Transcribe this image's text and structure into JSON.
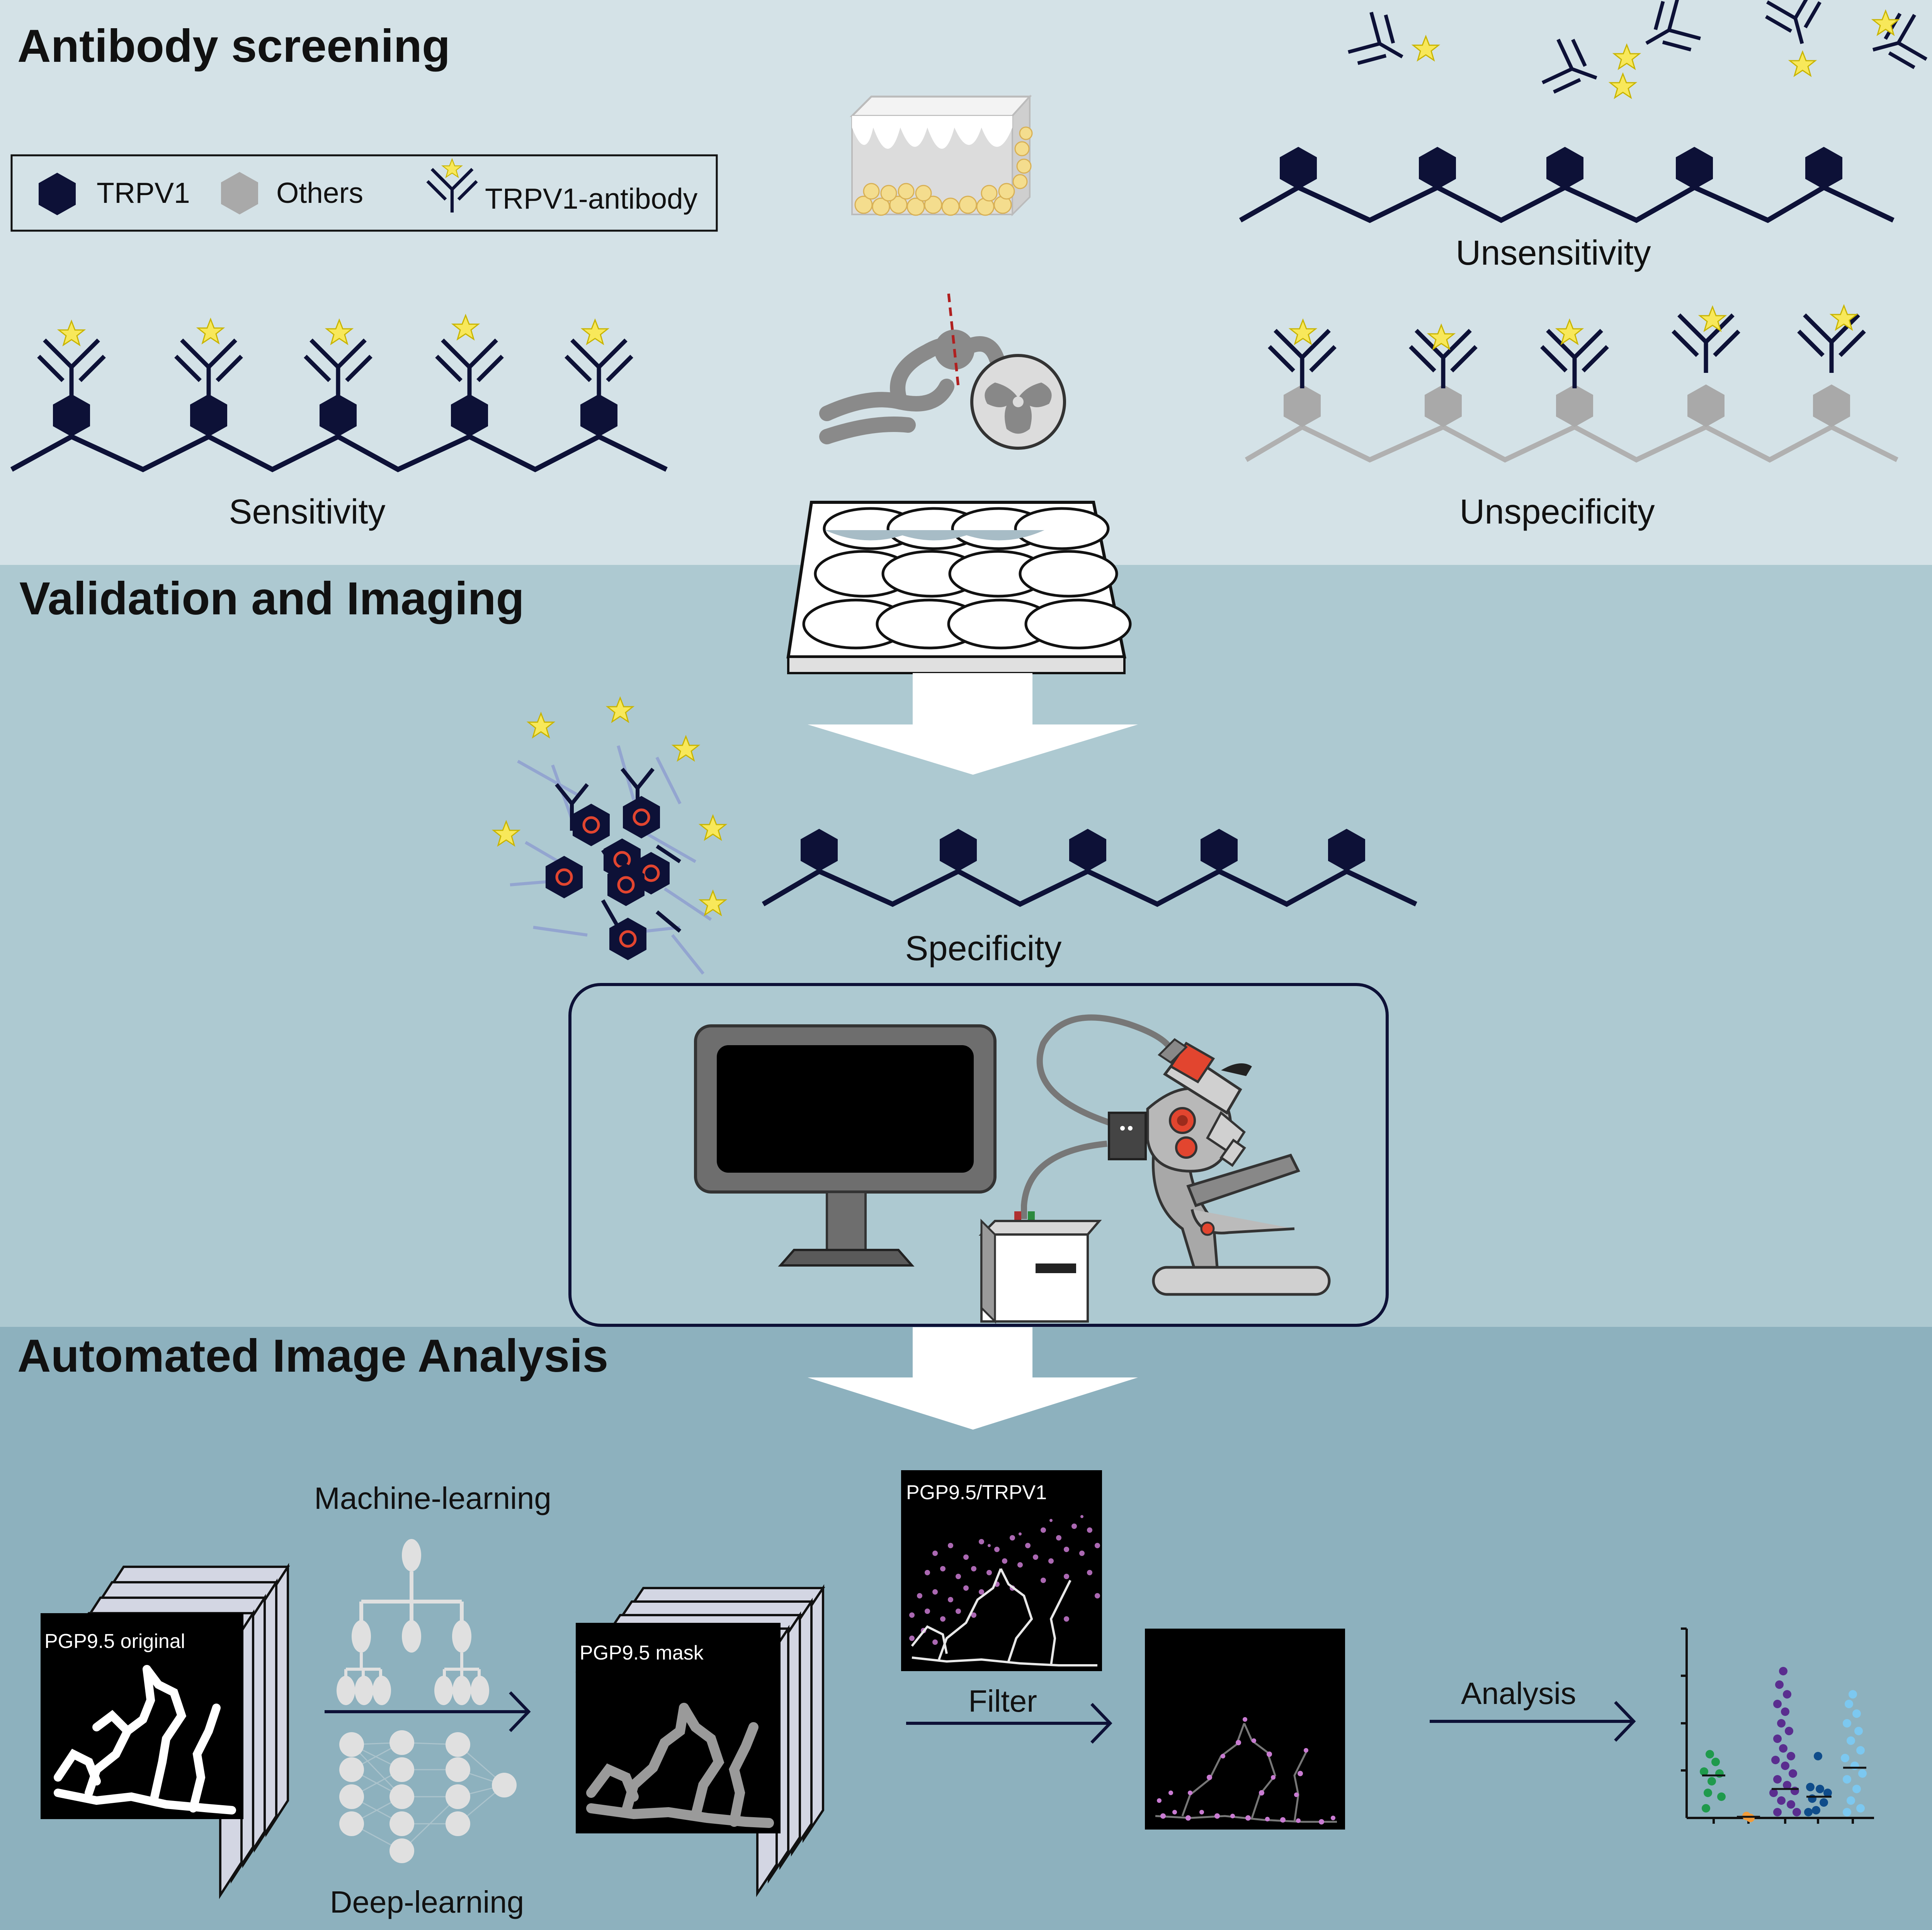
{
  "colors": {
    "panel1": "#d4e2e7",
    "panel2": "#adc9d1",
    "panel3": "#8db1be",
    "navy": "#0d1137",
    "gray": "#b0b0b0",
    "star": "#f8e85a",
    "red": "#e2452f",
    "purple": "#c97bd2"
  },
  "sections": {
    "screening": "Antibody screening",
    "validation": "Validation and Imaging",
    "analysis": "Automated Image Analysis"
  },
  "legend": {
    "trpv1": "TRPV1",
    "others": "Others",
    "antibody": "TRPV1-antibody"
  },
  "labels": {
    "unsensitivity": "Unsensitivity",
    "sensitivity": "Sensitivity",
    "unspecificity": "Unspecificity",
    "specificity": "Specificity",
    "machine_learning": "Machine-learning",
    "deep_learning": "Deep-learning",
    "filter": "Filter",
    "analysis": "Analysis"
  },
  "images": {
    "original": "PGP9.5 original",
    "mask": "PGP9.5 mask",
    "overlay": "PGP9.5/TRPV1"
  }
}
